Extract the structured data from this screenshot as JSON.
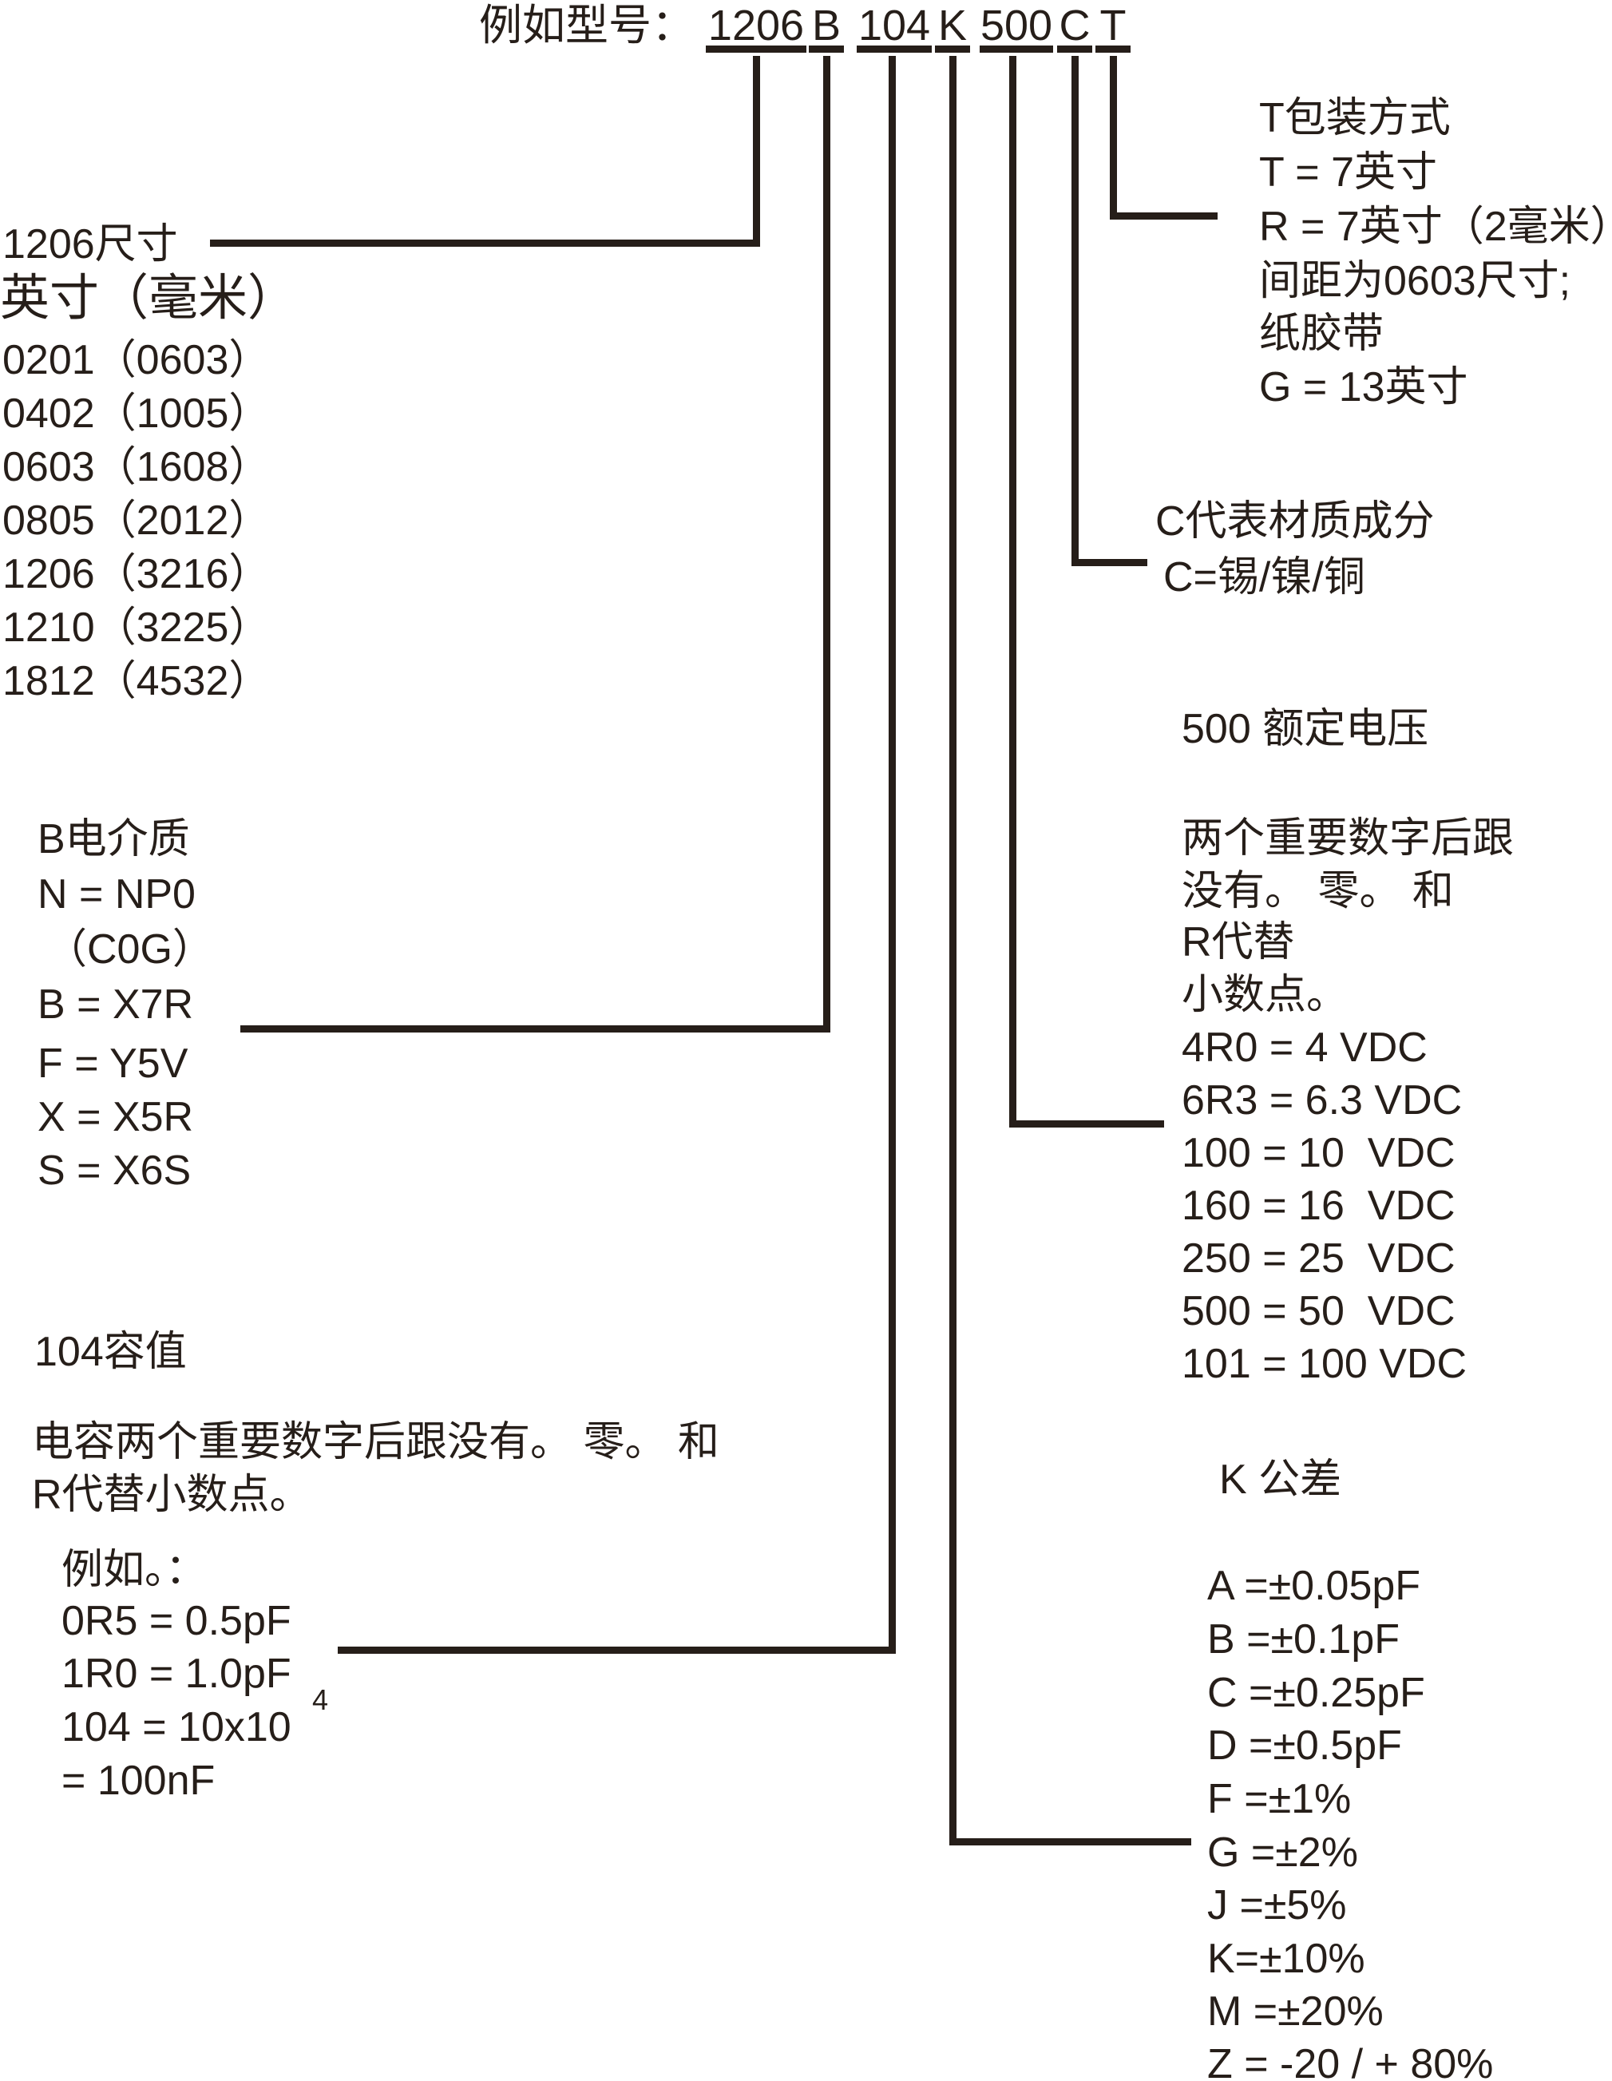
{
  "colors": {
    "ink": "#261e19",
    "background": "#ffffff"
  },
  "part_number_example": {
    "label": "例如型号：",
    "segments": [
      "1206",
      "B",
      "104",
      "K",
      "500",
      "C",
      "T"
    ]
  },
  "size": {
    "code_label": "1206尺寸",
    "heading": "英寸（毫米）",
    "rows": [
      "0201（0603）",
      "0402（1005）",
      "0603（1608）",
      "0805（2012）",
      "1206（3216）",
      "1210（3225）",
      "1812（4532）"
    ]
  },
  "dielectric": {
    "heading": "B电介质",
    "rows": [
      "N = NP0",
      "（C0G）",
      "B = X7R",
      "F = Y5V",
      "X = X5R",
      "S = X6S"
    ]
  },
  "capacitance": {
    "heading": "104容值",
    "desc_line1": "电容两个重要数字后跟没有。 零。 和",
    "desc_line2": "R代替小数点。",
    "example_label": "例如。：",
    "rows": [
      "0R5 = 0.5pF",
      "1R0 = 1.0pF"
    ],
    "formula_base": "104 = 10x10",
    "formula_exponent": "4",
    "formula_result": "= 100nF"
  },
  "packaging": {
    "heading": "T包装方式",
    "rows": [
      "T = 7英寸",
      "R = 7英寸（2毫米）",
      "间距为0603尺寸;",
      "纸胶带",
      "G = 13英寸"
    ]
  },
  "termination": {
    "heading": "C代表材质成分",
    "value": "C=锡/镍/铜"
  },
  "voltage": {
    "heading": "500 额定电压",
    "desc_lines": [
      "两个重要数字后跟",
      "没有。 零。 和",
      "R代替",
      "小数点。"
    ],
    "rows": [
      "4R0 = 4 VDC",
      "6R3 = 6.3 VDC",
      "100 = 10  VDC",
      "160 = 16  VDC",
      "250 = 25  VDC",
      "500 = 50  VDC",
      "101 = 100 VDC"
    ]
  },
  "tolerance": {
    "heading": "K 公差",
    "rows": [
      "A =±0.05pF",
      "B =±0.1pF",
      "C =±0.25pF",
      "D =±0.5pF",
      "F =±1%",
      "G =±2%",
      "J =±5%",
      "K=±10%",
      "M =±20%",
      "Z = -20 / + 80%"
    ]
  }
}
